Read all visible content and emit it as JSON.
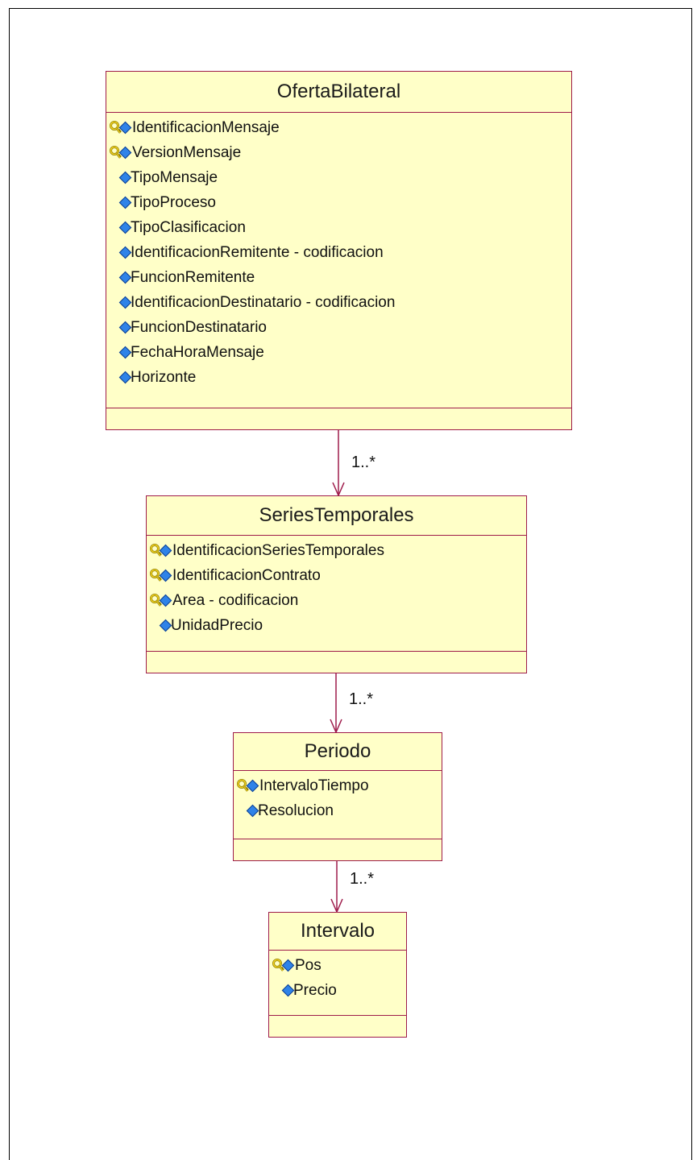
{
  "classes": [
    {
      "name": "OfertaBilateral",
      "attributes": [
        {
          "label": "IdentificacionMensaje",
          "key": true
        },
        {
          "label": "VersionMensaje",
          "key": true
        },
        {
          "label": "TipoMensaje",
          "key": false
        },
        {
          "label": "TipoProceso",
          "key": false
        },
        {
          "label": "TipoClasificacion",
          "key": false
        },
        {
          "label": "IdentificacionRemitente - codificacion",
          "key": false
        },
        {
          "label": "FuncionRemitente",
          "key": false
        },
        {
          "label": "IdentificacionDestinatario - codificacion",
          "key": false
        },
        {
          "label": "FuncionDestinatario",
          "key": false
        },
        {
          "label": "FechaHoraMensaje",
          "key": false
        },
        {
          "label": "Horizonte",
          "key": false
        }
      ]
    },
    {
      "name": "SeriesTemporales",
      "attributes": [
        {
          "label": "IdentificacionSeriesTemporales",
          "key": true
        },
        {
          "label": "IdentificacionContrato",
          "key": true
        },
        {
          "label": "Area - codificacion",
          "key": true
        },
        {
          "label": "UnidadPrecio",
          "key": false
        }
      ]
    },
    {
      "name": "Periodo",
      "attributes": [
        {
          "label": "IntervaloTiempo",
          "key": true
        },
        {
          "label": "Resolucion",
          "key": false
        }
      ]
    },
    {
      "name": "Intervalo",
      "attributes": [
        {
          "label": "Pos",
          "key": true
        },
        {
          "label": "Precio",
          "key": false
        }
      ]
    }
  ],
  "associations": [
    {
      "from": "OfertaBilateral",
      "to": "SeriesTemporales",
      "multiplicity": "1..*"
    },
    {
      "from": "SeriesTemporales",
      "to": "Periodo",
      "multiplicity": "1..*"
    },
    {
      "from": "Periodo",
      "to": "Intervalo",
      "multiplicity": "1..*"
    }
  ],
  "colors": {
    "class_fill": "#ffffc8",
    "class_border": "#9e1b4a",
    "association_line": "#9e1b4a",
    "attribute_diamond": "#2f83e8",
    "key_icon": "#e0c020"
  }
}
